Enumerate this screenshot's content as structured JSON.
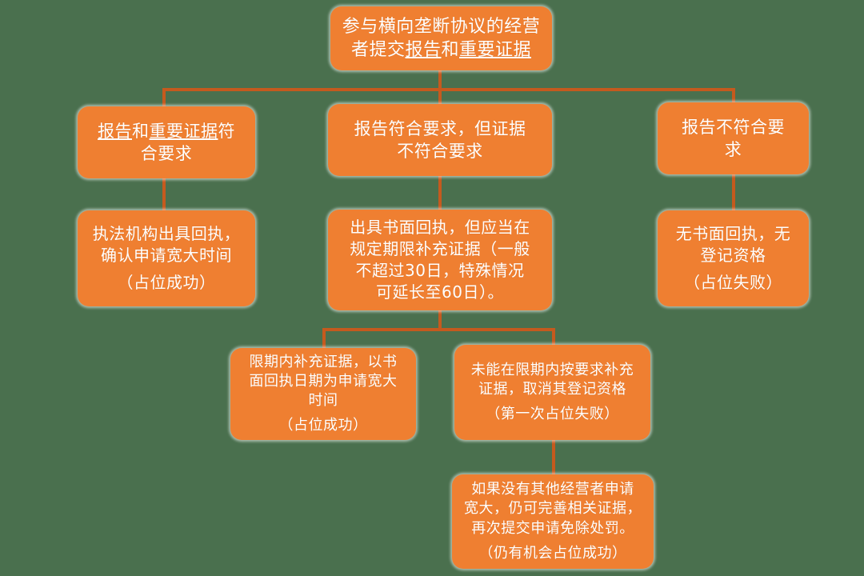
{
  "diagram": {
    "title": "横向垄断协议宽大申请占位流程图",
    "colors": {
      "background": "#4a704e",
      "node_fill": "#ef7f31",
      "connector": "#c55a1e",
      "text": "#ffffff"
    },
    "nodes": {
      "root": {
        "id": "root",
        "lines": [
          {
            "text": "参与横向垄断协议的经营"
          },
          {
            "text": "者提交报告和重要证据",
            "underline": [
              "报告",
              "重要证据"
            ]
          }
        ],
        "full_text": "参与横向垄断协议的经营者提交报告和重要证据"
      },
      "branch_left": {
        "id": "branch-left",
        "lines": [
          {
            "text": "报告和重要证据符",
            "underline": [
              "报告",
              "重要证据"
            ]
          },
          {
            "text": "合要求"
          }
        ],
        "full_text": "报告和重要证据符合要求"
      },
      "branch_middle": {
        "id": "branch-middle",
        "lines": [
          {
            "text": "报告符合要求，但证据"
          },
          {
            "text": "不符合要求"
          }
        ],
        "full_text": "报告符合要求，但证据不符合要求"
      },
      "branch_right": {
        "id": "branch-right",
        "lines": [
          {
            "text": "报告不符合要"
          },
          {
            "text": "求"
          }
        ],
        "full_text": "报告不符合要求"
      },
      "outcome_left": {
        "id": "outcome-left",
        "lines": [
          {
            "text": "执法机构出具回执，"
          },
          {
            "text": "确认申请宽大时间"
          },
          {
            "text": "（占位成功）",
            "pad": true
          }
        ],
        "full_text": "执法机构出具回执，确认申请宽大时间（占位成功）"
      },
      "outcome_middle": {
        "id": "outcome-middle",
        "lines": [
          {
            "text": "出具书面回执，但应当在"
          },
          {
            "text": "规定期限补充证据（一般"
          },
          {
            "text": "不超过30日，特殊情况"
          },
          {
            "text": "可延长至60日）。"
          }
        ],
        "full_text": "出具书面回执，但应当在规定期限补充证据（一般不超过30日，特殊情况可延长至60日）。"
      },
      "outcome_right": {
        "id": "outcome-right",
        "lines": [
          {
            "text": "无书面回执，无"
          },
          {
            "text": "登记资格"
          },
          {
            "text": "（占位失败）",
            "pad": true
          }
        ],
        "full_text": "无书面回执，无登记资格（占位失败）"
      },
      "sub_left": {
        "id": "sub-left",
        "lines": [
          {
            "text": "限期内补充证据，以书"
          },
          {
            "text": "面回执日期为申请宽大"
          },
          {
            "text": "时间"
          },
          {
            "text": "（占位成功）",
            "pad": true
          }
        ],
        "full_text": "限期内补充证据，以书面回执日期为申请宽大时间（占位成功）"
      },
      "sub_right": {
        "id": "sub-right",
        "lines": [
          {
            "text": "未能在限期内按要求补充"
          },
          {
            "text": "证据，取消其登记资格"
          },
          {
            "text": "（第一次占位失败）",
            "pad": true
          }
        ],
        "full_text": "未能在限期内按要求补充证据，取消其登记资格（第一次占位失败）"
      },
      "sub_right_followup": {
        "id": "sub-right-followup",
        "lines": [
          {
            "text": "如果没有其他经营者申请"
          },
          {
            "text": "宽大，仍可完善相关证据，"
          },
          {
            "text": "再次提交申请免除处罚。"
          },
          {
            "text": "（仍有机会占位成功）",
            "pad": true
          }
        ],
        "full_text": "如果没有其他经营者申请宽大，仍可完善相关证据，再次提交申请免除处罚。（仍有机会占位成功）"
      }
    }
  }
}
